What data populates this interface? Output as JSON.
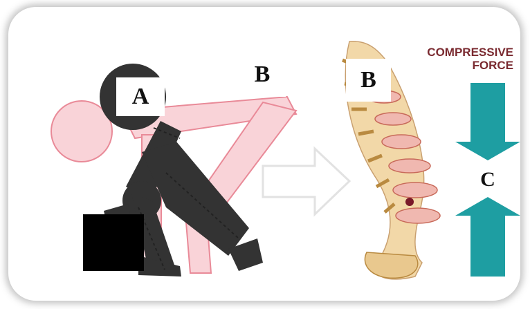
{
  "labels": {
    "a": "A",
    "b_left": "B",
    "b_right": "B",
    "c": "C"
  },
  "force_label": {
    "line1": "COMPRESSIVE",
    "line2": "FORCE"
  },
  "colors": {
    "figure_dark": "#333333",
    "figure_pink": "#f6c6cc",
    "pink_outline": "#e98a98",
    "arrow_teal": "#1e9ea2",
    "text_maroon": "#7a2a30",
    "bone": "#f2d8a8",
    "disc": "#c86a5a"
  },
  "icons": [
    "person-lifting-figure",
    "transition-arrow-icon",
    "spine-illustration",
    "compression-arrow-down-icon",
    "compression-arrow-up-icon"
  ]
}
